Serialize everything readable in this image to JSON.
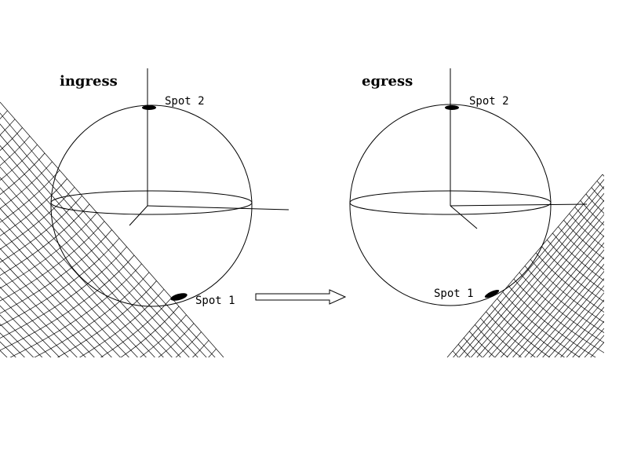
{
  "panels": {
    "ingress": {
      "title": "ingress",
      "spot1": "Spot 1",
      "spot2": "Spot 2"
    },
    "egress": {
      "title": "egress",
      "spot1": "Spot 1",
      "spot2": "Spot 2"
    }
  },
  "colors": {
    "line": "#000000",
    "background": "#ffffff"
  }
}
